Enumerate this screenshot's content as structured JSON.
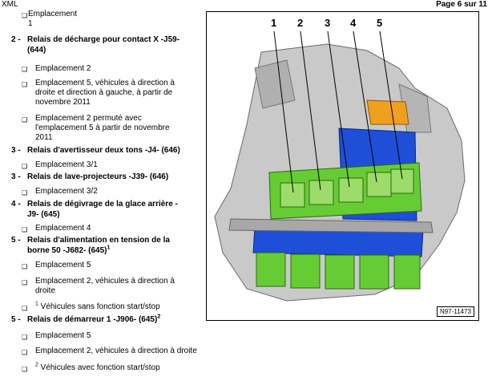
{
  "header": {
    "left": "XML",
    "right": "Page 6 sur 11"
  },
  "items": [
    {
      "text": "Emplacement",
      "text2": "1"
    },
    {
      "num": "2 -",
      "title": "Relais de décharge pour contact X -J59-",
      "title2": "(644)"
    },
    {
      "text": "Emplacement 2"
    },
    {
      "text": "Emplacement 5, véhicules à direction à",
      "text2": "droite et direction à gauche, à partir de",
      "text3": "novembre 2011"
    },
    {
      "text": "Emplacement 2 permuté avec",
      "text2": "l'emplacement 5 à partir de novembre",
      "text3": "2011"
    },
    {
      "num": "3 -",
      "title": "Relais d'avertisseur deux tons -J4- (646)"
    },
    {
      "text": "Emplacement 3/1"
    },
    {
      "num": "3 -",
      "title": "Relais de lave-projecteurs -J39- (646)"
    },
    {
      "text": "Emplacement 3/2"
    },
    {
      "num": "4 -",
      "title": "Relais de dégivrage de la glace arrière -",
      "title2": "J9- (645)"
    },
    {
      "text": "Emplacement 4"
    },
    {
      "num": "5 -",
      "title": "Relais d'alimentation en tension de la",
      "title2": "borne 50 -J682- (645)",
      "sup": "1"
    },
    {
      "text": "Emplacement 5"
    },
    {
      "text": "Emplacement 2, véhicules à direction à",
      "text2": "droite"
    },
    {
      "sup": "1",
      "text": " Véhicules sans fonction start/stop"
    },
    {
      "num": "5 -",
      "title": "Relais de démarreur 1 -J906- (645)",
      "sup": "2"
    },
    {
      "text": "Emplacement 5"
    },
    {
      "text": "Emplacement 2, véhicules à direction à droite"
    },
    {
      "sup": "2",
      "text": " Véhicules avec fonction start/stop"
    }
  ],
  "figure": {
    "callouts": [
      "1",
      "2",
      "3",
      "4",
      "5"
    ],
    "id": "N97-11473",
    "colors": {
      "relay_green": "#66cc33",
      "base_blue": "#1f4fd8",
      "orange": "#f0a020",
      "housing_grey": "#c8c8c8"
    }
  }
}
